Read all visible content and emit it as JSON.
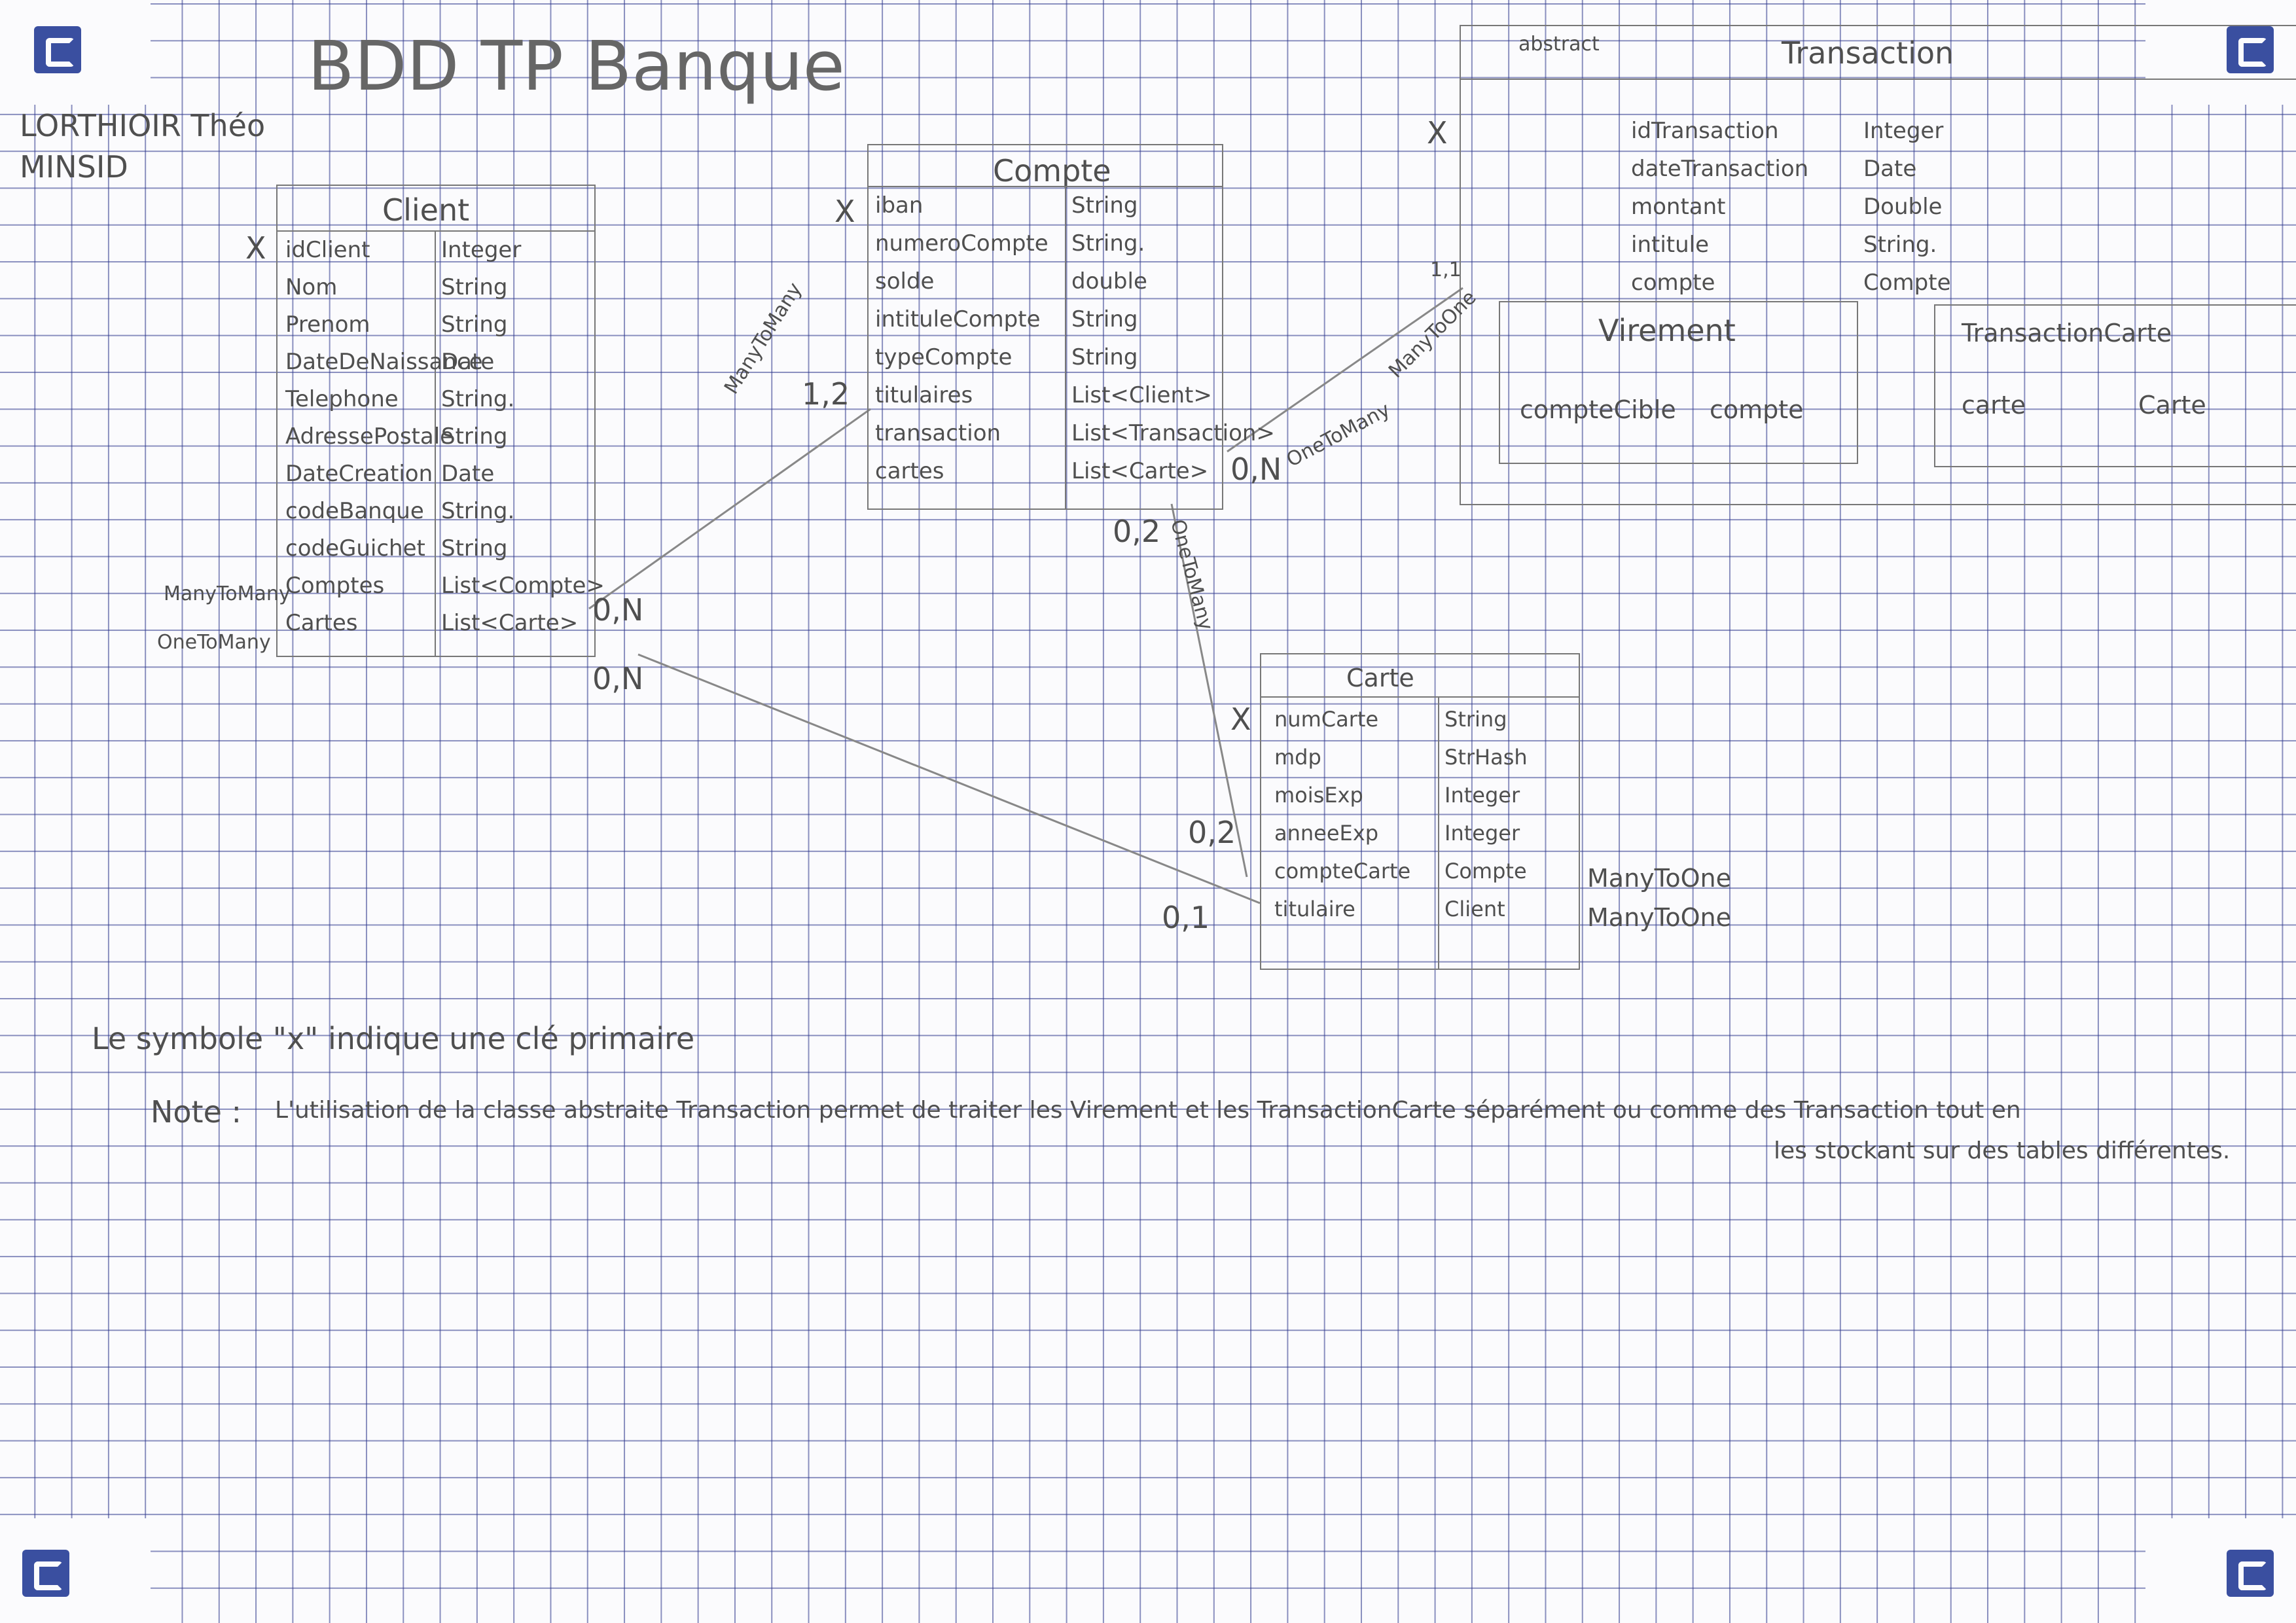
{
  "header": {
    "title": "BDD TP Banque",
    "authors": [
      "LORTHIOIR Théo",
      "MINSID"
    ]
  },
  "client": {
    "title": "Client",
    "pk_marker": "X",
    "rows": [
      {
        "name": "idClient",
        "type": "Integer"
      },
      {
        "name": "Nom",
        "type": "String"
      },
      {
        "name": "Prenom",
        "type": "String"
      },
      {
        "name": "DateDeNaissance",
        "type": "Date"
      },
      {
        "name": "Telephone",
        "type": "String."
      },
      {
        "name": "AdressePostale",
        "type": "String"
      },
      {
        "name": "DateCreation",
        "type": "Date"
      },
      {
        "name": "codeBanque",
        "type": "String."
      },
      {
        "name": "codeGuichet",
        "type": "String"
      },
      {
        "name": "Comptes",
        "type": "List<Compte>"
      },
      {
        "name": "Cartes",
        "type": "List<Carte>"
      }
    ],
    "relation_labels": [
      "ManyToMany",
      "OneToMany"
    ]
  },
  "compte": {
    "title": "Compte",
    "pk_marker": "X",
    "rows": [
      {
        "name": "iban",
        "type": "String"
      },
      {
        "name": "numeroCompte",
        "type": "String."
      },
      {
        "name": "solde",
        "type": "double"
      },
      {
        "name": "intituleCompte",
        "type": "String"
      },
      {
        "name": "typeCompte",
        "type": "String"
      },
      {
        "name": "titulaires",
        "type": "List<Client>"
      },
      {
        "name": "transaction",
        "type": "List<Transaction>"
      },
      {
        "name": "cartes",
        "type": "List<Carte>"
      }
    ]
  },
  "transaction": {
    "stereotype": "abstract",
    "title": "Transaction",
    "pk_marker": "X",
    "rows": [
      {
        "name": "idTransaction",
        "type": "Integer"
      },
      {
        "name": "dateTransaction",
        "type": "Date"
      },
      {
        "name": "montant",
        "type": "Double"
      },
      {
        "name": "intitule",
        "type": "String."
      },
      {
        "name": "compte",
        "type": "Compte"
      }
    ],
    "virement": {
      "title": "Virement",
      "attr_name": "compteCible",
      "attr_type": "compte"
    },
    "transaction_carte": {
      "title": "TransactionCarte",
      "attr_name": "carte",
      "attr_type": "Carte"
    }
  },
  "carte": {
    "title": "Carte",
    "pk_marker": "X",
    "rows": [
      {
        "name": "numCarte",
        "type": "String"
      },
      {
        "name": "mdp",
        "type": "StrHash"
      },
      {
        "name": "moisExp",
        "type": "Integer"
      },
      {
        "name": "anneeExp",
        "type": "Integer"
      },
      {
        "name": "compteCarte",
        "type": "Compte"
      },
      {
        "name": "titulaire",
        "type": "Client"
      }
    ],
    "relation_labels": [
      "ManyToOne",
      "ManyToOne"
    ]
  },
  "links": {
    "client_compte": {
      "label": "ManyToMany",
      "card_client": "0,N",
      "card_compte": "1,2"
    },
    "client_carte": {
      "card_client": "0,N",
      "card_carte": "0,1"
    },
    "compte_transaction": {
      "label_a": "OneToMany",
      "label_b": "ManyToOne",
      "card_compte": "0,N",
      "card_transaction": "1,1"
    },
    "compte_carte": {
      "label": "OneToMany",
      "card_compte": "0,2",
      "card_carte": "0,2"
    }
  },
  "notes": {
    "legend": "Le symbole \"x\" indique une clé primaire",
    "note_label": "Note :",
    "note_line1": "L'utilisation de la classe abstraite Transaction permet de traiter les Virement et les TransactionCarte séparément ou comme des Transaction tout en",
    "note_line2": "les stockant sur des tables différentes."
  }
}
